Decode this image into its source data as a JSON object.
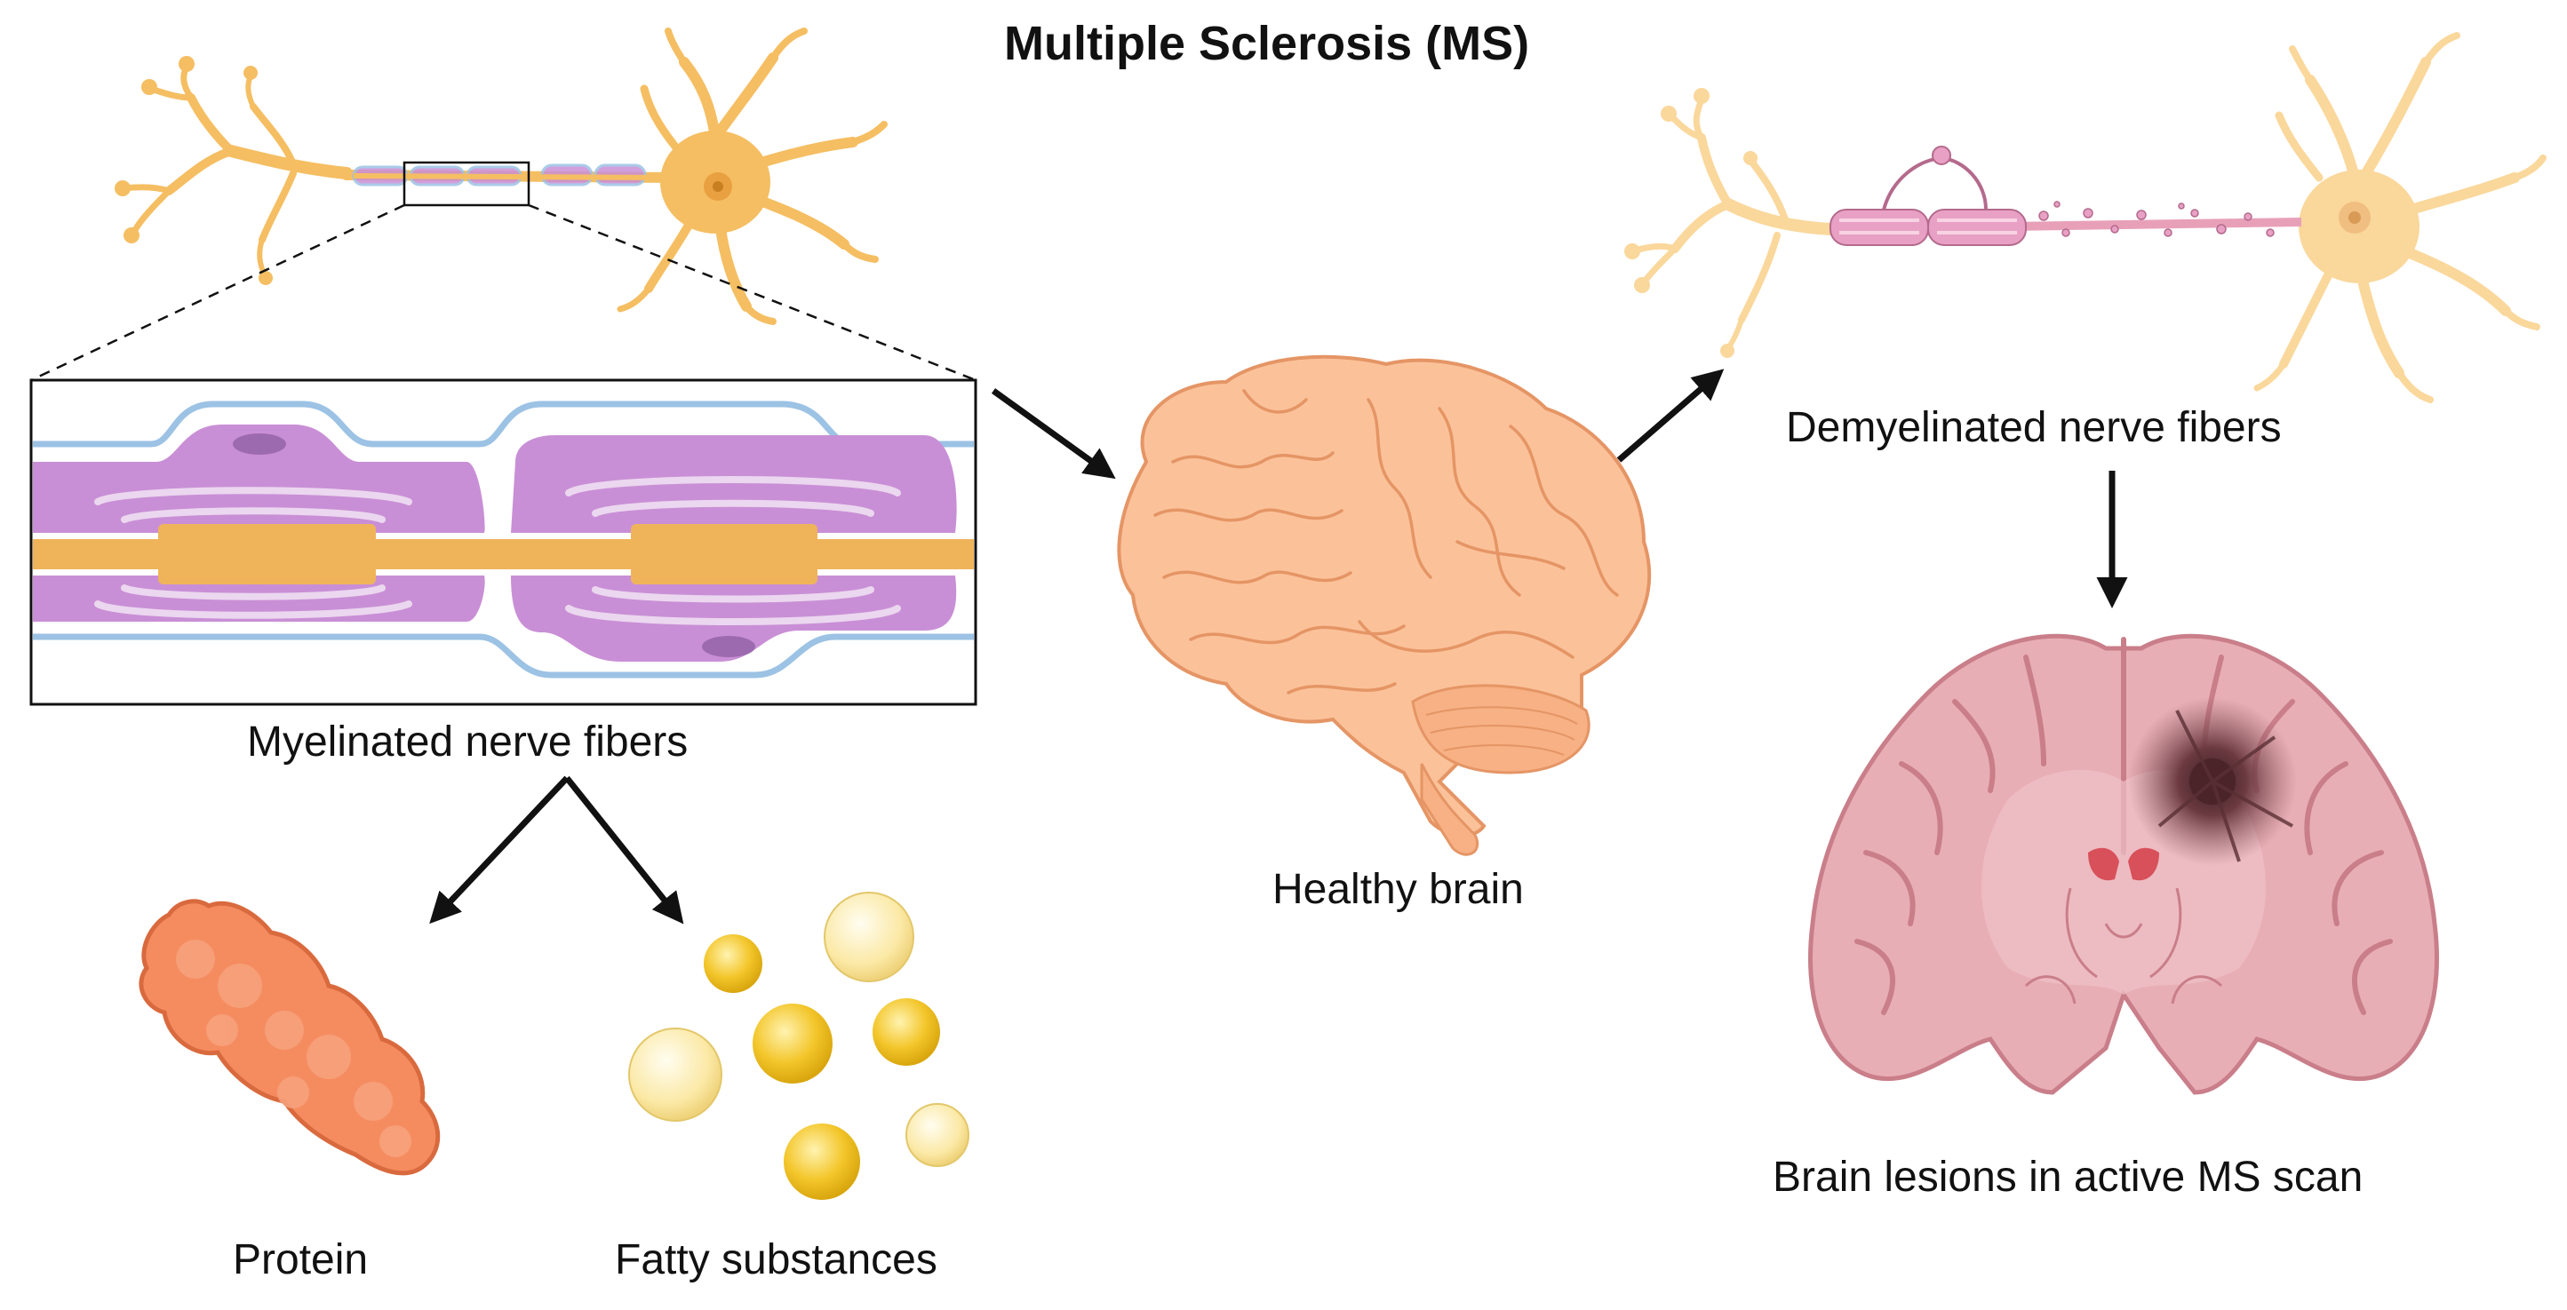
{
  "title": "Multiple Sclerosis (MS)",
  "labels": {
    "myelinated": "Myelinated nerve fibers",
    "healthy_brain": "Healthy brain",
    "demyelinated": "Demyelinated nerve fibers",
    "lesions": "Brain lesions in active MS scan",
    "protein": "Protein",
    "fatty": "Fatty substances"
  },
  "colors": {
    "neuron": "#F5BE62",
    "neuron_pale": "#FAD79B",
    "myelin": "#C98FD6",
    "myelin_light": "#E6C9EC",
    "schwann_edge": "#9CC2E4",
    "axon": "#EFB45A",
    "brain": "#FBC29A",
    "brain_line": "#E59565",
    "section": "#E8AEB5",
    "section_dark": "#C97E89",
    "lesion": "#5A3035",
    "protein": "#F58C60",
    "protein_edge": "#D96A3E",
    "fat_yellow": "#F3C62B",
    "fat_pale": "#FBE9A6",
    "arrow": "#111111"
  }
}
